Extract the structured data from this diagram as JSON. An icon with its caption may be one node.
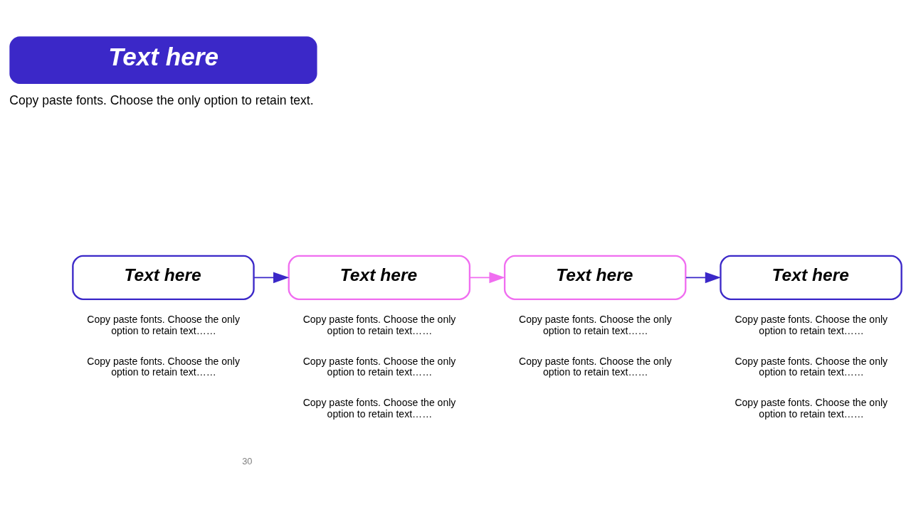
{
  "diagram": {
    "nodes": [
      {
        "text": [
          "Text here"
        ],
        "beside": [
          "Copy paste fonts. Choose the only option to retain text."
        ]
      },
      {
        "text": [
          "Text here"
        ],
        "beside": [
          "Copy paste fonts. Choose the only option to retain text……",
          "Copy paste fonts. Choose the only option to retain text……"
        ]
      },
      {
        "text": [
          "Text here"
        ],
        "beside": [
          "Copy paste fonts. Choose the only option to retain text……",
          "Copy paste fonts. Choose the only option to retain text……",
          "Copy paste fonts. Choose the only option to retain text……"
        ]
      },
      {
        "text": [
          "Text here"
        ],
        "beside": [
          "Copy paste fonts. Choose the only option to retain text……",
          "Copy paste fonts. Choose the only option to retain text……"
        ]
      },
      {
        "text": [
          "Text here"
        ],
        "beside": [
          "Copy paste fonts. Choose the only option to retain text……",
          "Copy paste fonts. Choose the only option to retain text……",
          "Copy paste fonts. Choose the only option to retain text……"
        ]
      }
    ],
    "edges": [
      {
        "from": 1,
        "to": 2,
        "arrow": "to"
      },
      {
        "from": 2,
        "to": 3,
        "arrow": "to",
        "color": "#f06ef0"
      },
      {
        "from": 3,
        "to": 4,
        "arrow": "to"
      }
    ],
    "labels": [
      "30"
    ]
  }
}
